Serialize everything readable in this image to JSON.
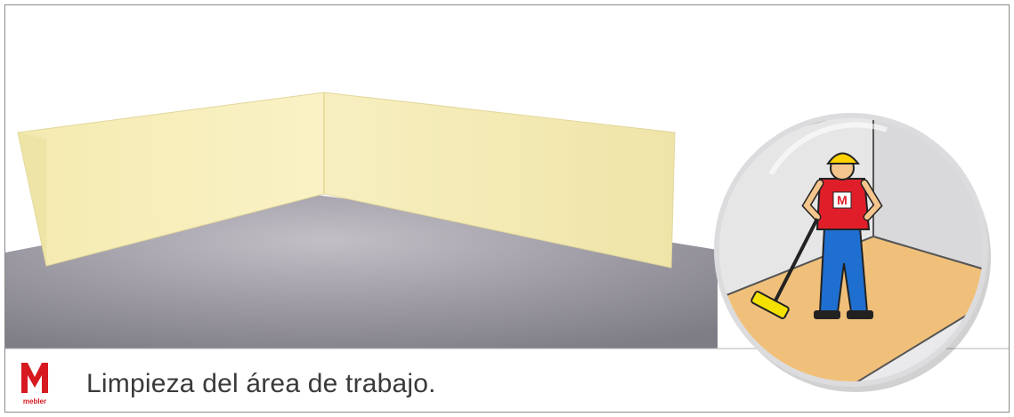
{
  "caption": "Limpieza del área de trabajo.",
  "logo": {
    "brand_lettering": "mebler",
    "color": "#d71920"
  },
  "colors": {
    "wall": "#f7eeb8",
    "floor": "#9a97a0",
    "worker_shirt": "#e01e2a",
    "worker_pants": "#1f6fd1",
    "helmet": "#ffd200",
    "detail_floor": "#f0c07a"
  },
  "illustration": {
    "subject": "worker sweeping corner with broom",
    "icon": "magnifier-circle-icon"
  }
}
